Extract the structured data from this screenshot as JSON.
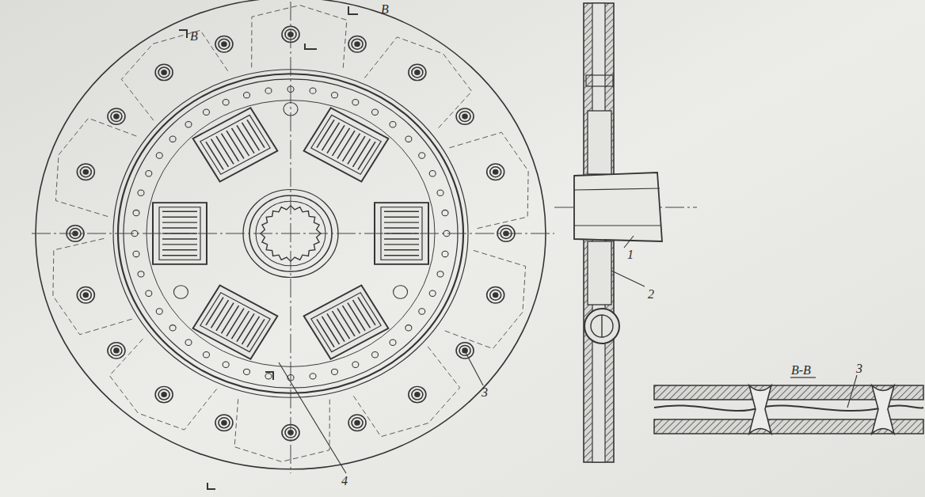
{
  "diagram": {
    "labels": [
      "B",
      "B",
      "1",
      "2",
      "3",
      "4",
      "B-B",
      "3"
    ]
  }
}
